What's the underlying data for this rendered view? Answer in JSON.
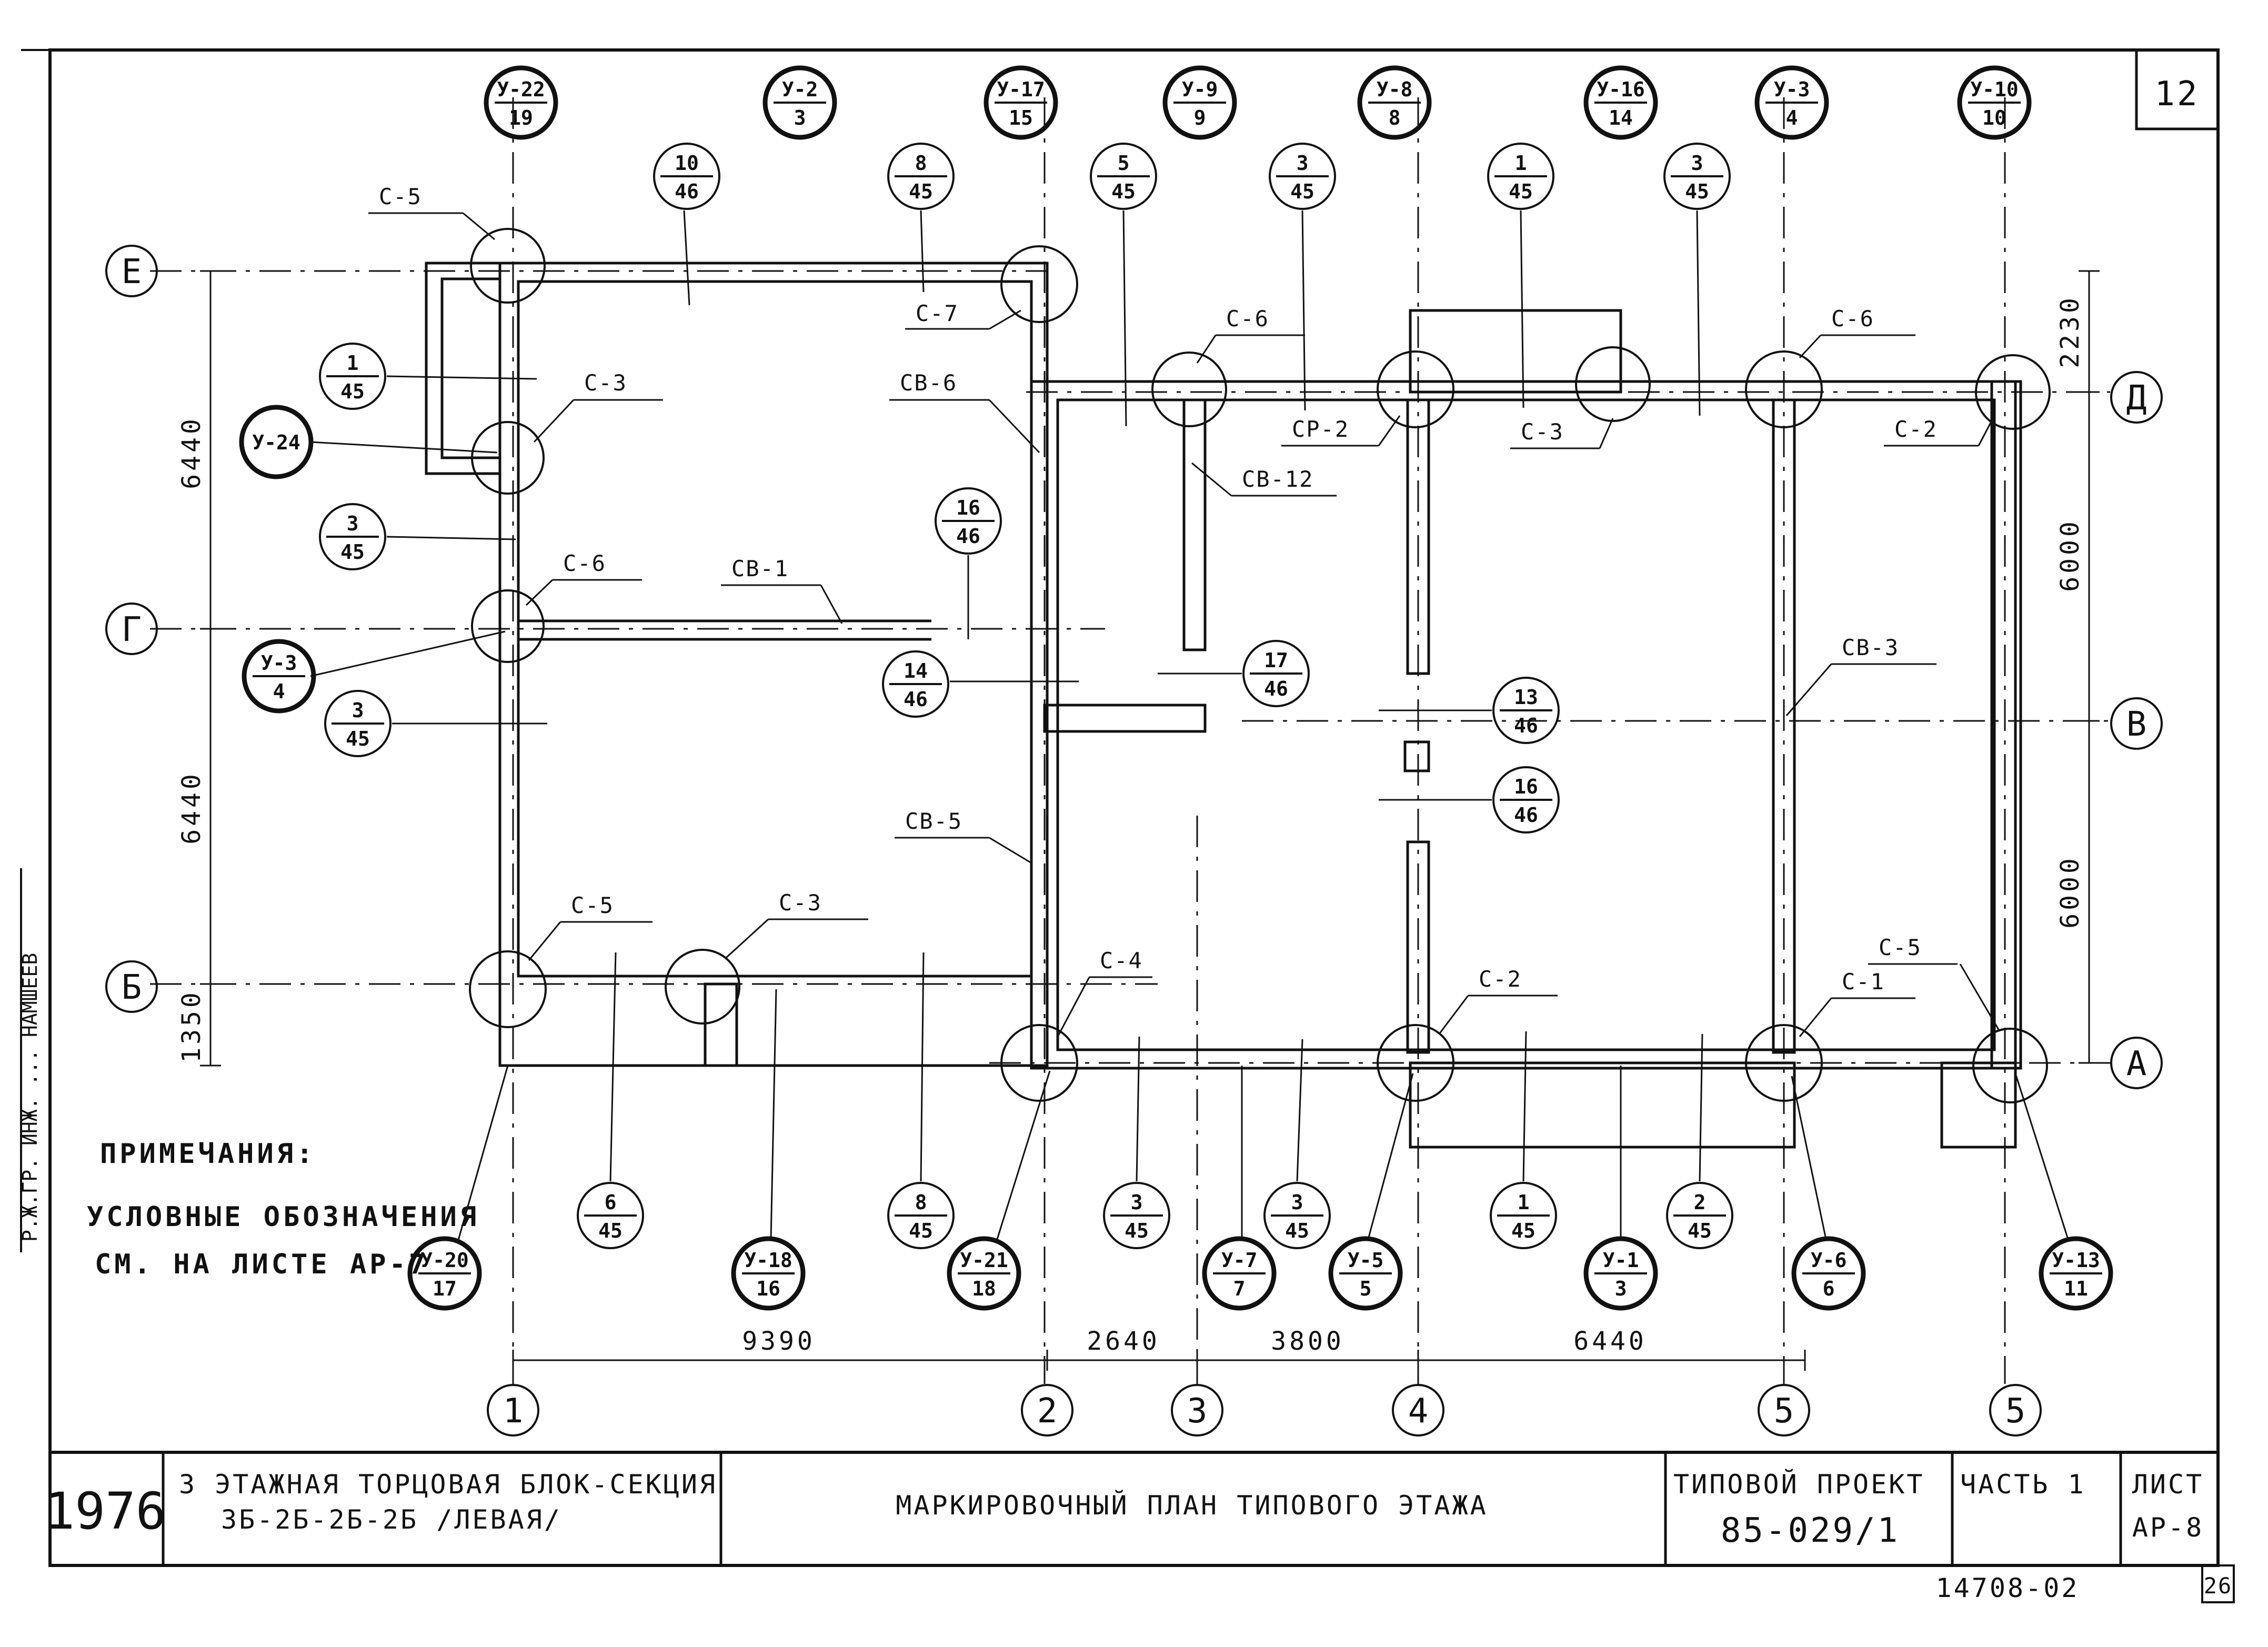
{
  "sheet_number_top": "12",
  "sheet_number_bottom": "26",
  "archive_number": "14708-02",
  "side_stamp": "Р.Ж.ГР. ИНЖ. ... НАМШЕЕВ",
  "notes": {
    "heading": "ПРИМЕЧАНИЯ:",
    "line1": "УСЛОВНЫЕ ОБОЗНАЧЕНИЯ",
    "line2": "СМ. НА ЛИСТЕ АР-7"
  },
  "title_block": {
    "year": "1976",
    "description_line1": "3 ЭТАЖНАЯ ТОРЦОВАЯ БЛОК-СЕКЦИЯ",
    "description_line2": "3Б-2Б-2Б-2Б /ЛЕВАЯ/",
    "drawing_title": "МАРКИРОВОЧНЫЙ ПЛАН ТИПОВОГО ЭТАЖА",
    "project_label": "ТИПОВОЙ ПРОЕКТ",
    "project_number": "85-029/1",
    "part_label": "ЧАСТЬ 1",
    "sheet_label": "ЛИСТ",
    "sheet_code": "АР-8"
  },
  "grid_labels": {
    "rows": [
      "Е",
      "Д",
      "Г",
      "В",
      "Б",
      "А"
    ],
    "cols": [
      "1",
      "2",
      "3",
      "4",
      "5",
      "5"
    ]
  },
  "dimensions": {
    "bottom": [
      "9390",
      "2640",
      "3800",
      "6440"
    ],
    "left": [
      "6440",
      "6440",
      "1350"
    ],
    "right": [
      "2230",
      "6000",
      "6000"
    ]
  },
  "node_bubbles": [
    {
      "top": "У-22",
      "bottom": "19"
    },
    {
      "top": "У-2",
      "bottom": "3"
    },
    {
      "top": "У-17",
      "bottom": "15"
    },
    {
      "top": "У-9",
      "bottom": "9"
    },
    {
      "top": "У-8",
      "bottom": "8"
    },
    {
      "top": "У-16",
      "bottom": "14"
    },
    {
      "top": "У-3",
      "bottom": "4"
    },
    {
      "top": "У-10",
      "bottom": "10"
    },
    {
      "top": "У-24",
      "bottom": ""
    },
    {
      "top": "У-3",
      "bottom": "4"
    },
    {
      "top": "У-20",
      "bottom": "17"
    },
    {
      "top": "У-18",
      "bottom": "16"
    },
    {
      "top": "У-21",
      "bottom": "18"
    },
    {
      "top": "У-7",
      "bottom": "7"
    },
    {
      "top": "У-5",
      "bottom": "5"
    },
    {
      "top": "У-1",
      "bottom": "3"
    },
    {
      "top": "У-6",
      "bottom": "6"
    },
    {
      "top": "У-13",
      "bottom": "11"
    }
  ],
  "section_bubbles": [
    {
      "top": "10",
      "bottom": "46"
    },
    {
      "top": "8",
      "bottom": "45"
    },
    {
      "top": "5",
      "bottom": "45"
    },
    {
      "top": "3",
      "bottom": "45"
    },
    {
      "top": "1",
      "bottom": "45"
    },
    {
      "top": "3",
      "bottom": "45"
    },
    {
      "top": "1",
      "bottom": "45"
    },
    {
      "top": "3",
      "bottom": "45"
    },
    {
      "top": "3",
      "bottom": "45"
    },
    {
      "top": "16",
      "bottom": "46"
    },
    {
      "top": "14",
      "bottom": "46"
    },
    {
      "top": "17",
      "bottom": "46"
    },
    {
      "top": "13",
      "bottom": "46"
    },
    {
      "top": "16",
      "bottom": "46"
    },
    {
      "top": "6",
      "bottom": "45"
    },
    {
      "top": "8",
      "bottom": "45"
    },
    {
      "top": "3",
      "bottom": "45"
    },
    {
      "top": "3",
      "bottom": "45"
    },
    {
      "top": "1",
      "bottom": "45"
    },
    {
      "top": "2",
      "bottom": "45"
    }
  ],
  "element_labels": [
    "С-5",
    "С-7",
    "С-3",
    "СВ-6",
    "С-6",
    "СР-2",
    "СВ-12",
    "С-3",
    "С-6",
    "С-2",
    "С-6",
    "СВ-1",
    "СВ-3",
    "СВ-5",
    "С-5",
    "С-3",
    "С-4",
    "С-2",
    "С-5",
    "С-1"
  ]
}
